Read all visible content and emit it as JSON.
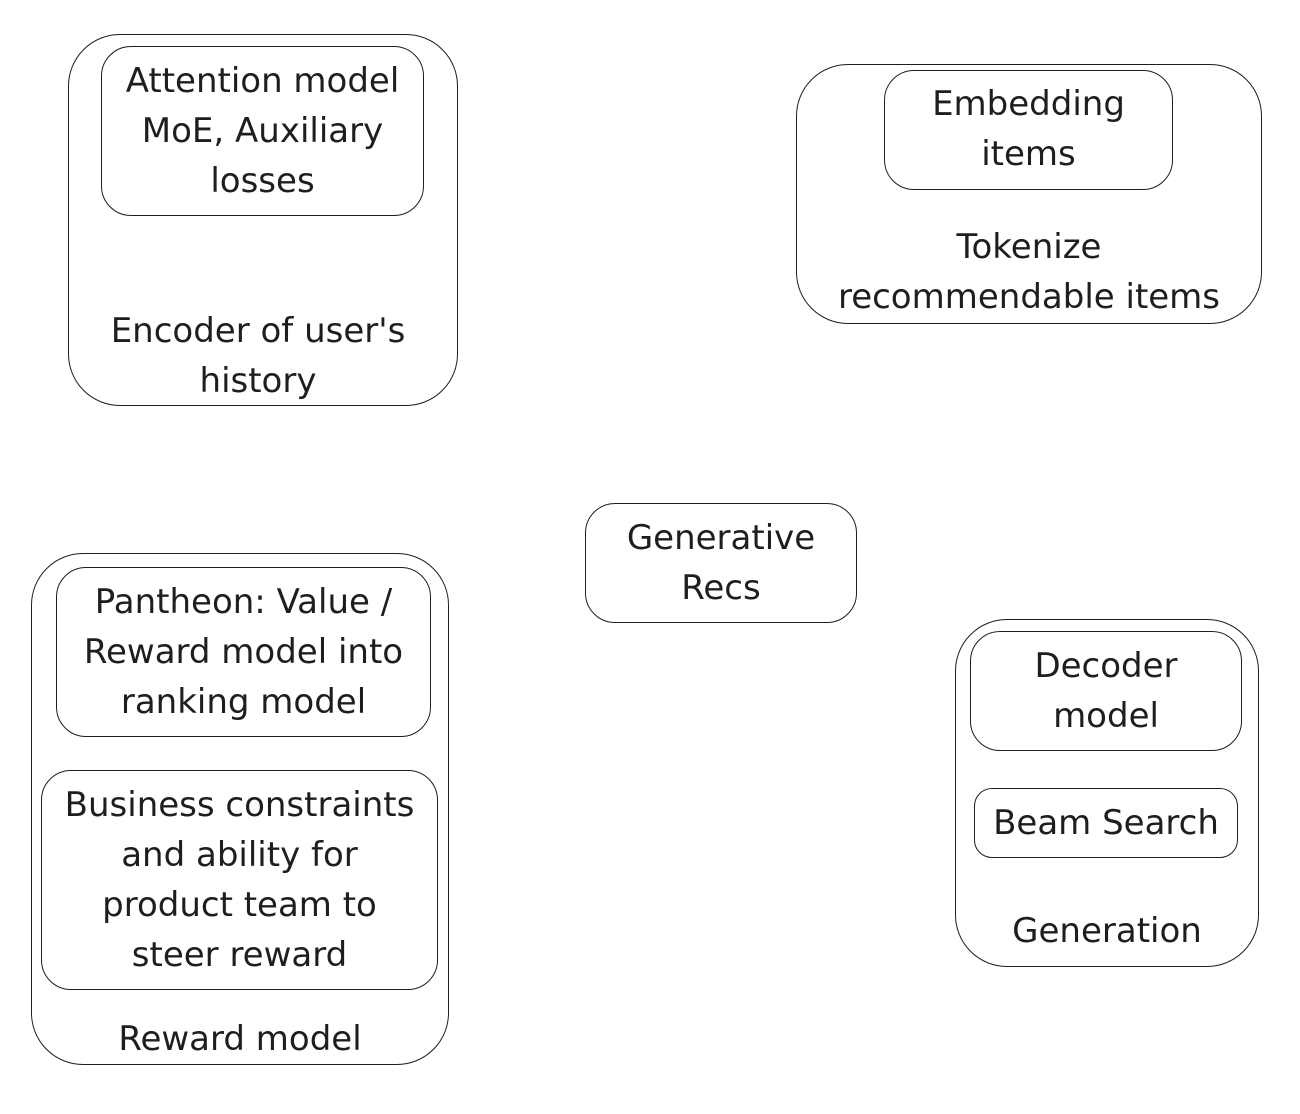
{
  "encoder": {
    "inner_lines": [
      "Attention model",
      "MoE, Auxiliary",
      "losses"
    ],
    "label_lines": [
      "Encoder of user's",
      "history"
    ]
  },
  "tokenize": {
    "inner_lines": [
      "Embedding",
      "items"
    ],
    "label_lines": [
      "Tokenize",
      "recommendable items"
    ]
  },
  "center": {
    "lines": [
      "Generative",
      "Recs"
    ]
  },
  "reward": {
    "inner1_lines": [
      "Pantheon: Value /",
      "Reward model into",
      "ranking model"
    ],
    "inner2_lines": [
      "Business constraints",
      "and ability for",
      "product team to",
      "steer reward"
    ],
    "label": "Reward model"
  },
  "generation": {
    "inner1_lines": [
      "Decoder",
      "model"
    ],
    "inner2": "Beam Search",
    "label": "Generation"
  }
}
